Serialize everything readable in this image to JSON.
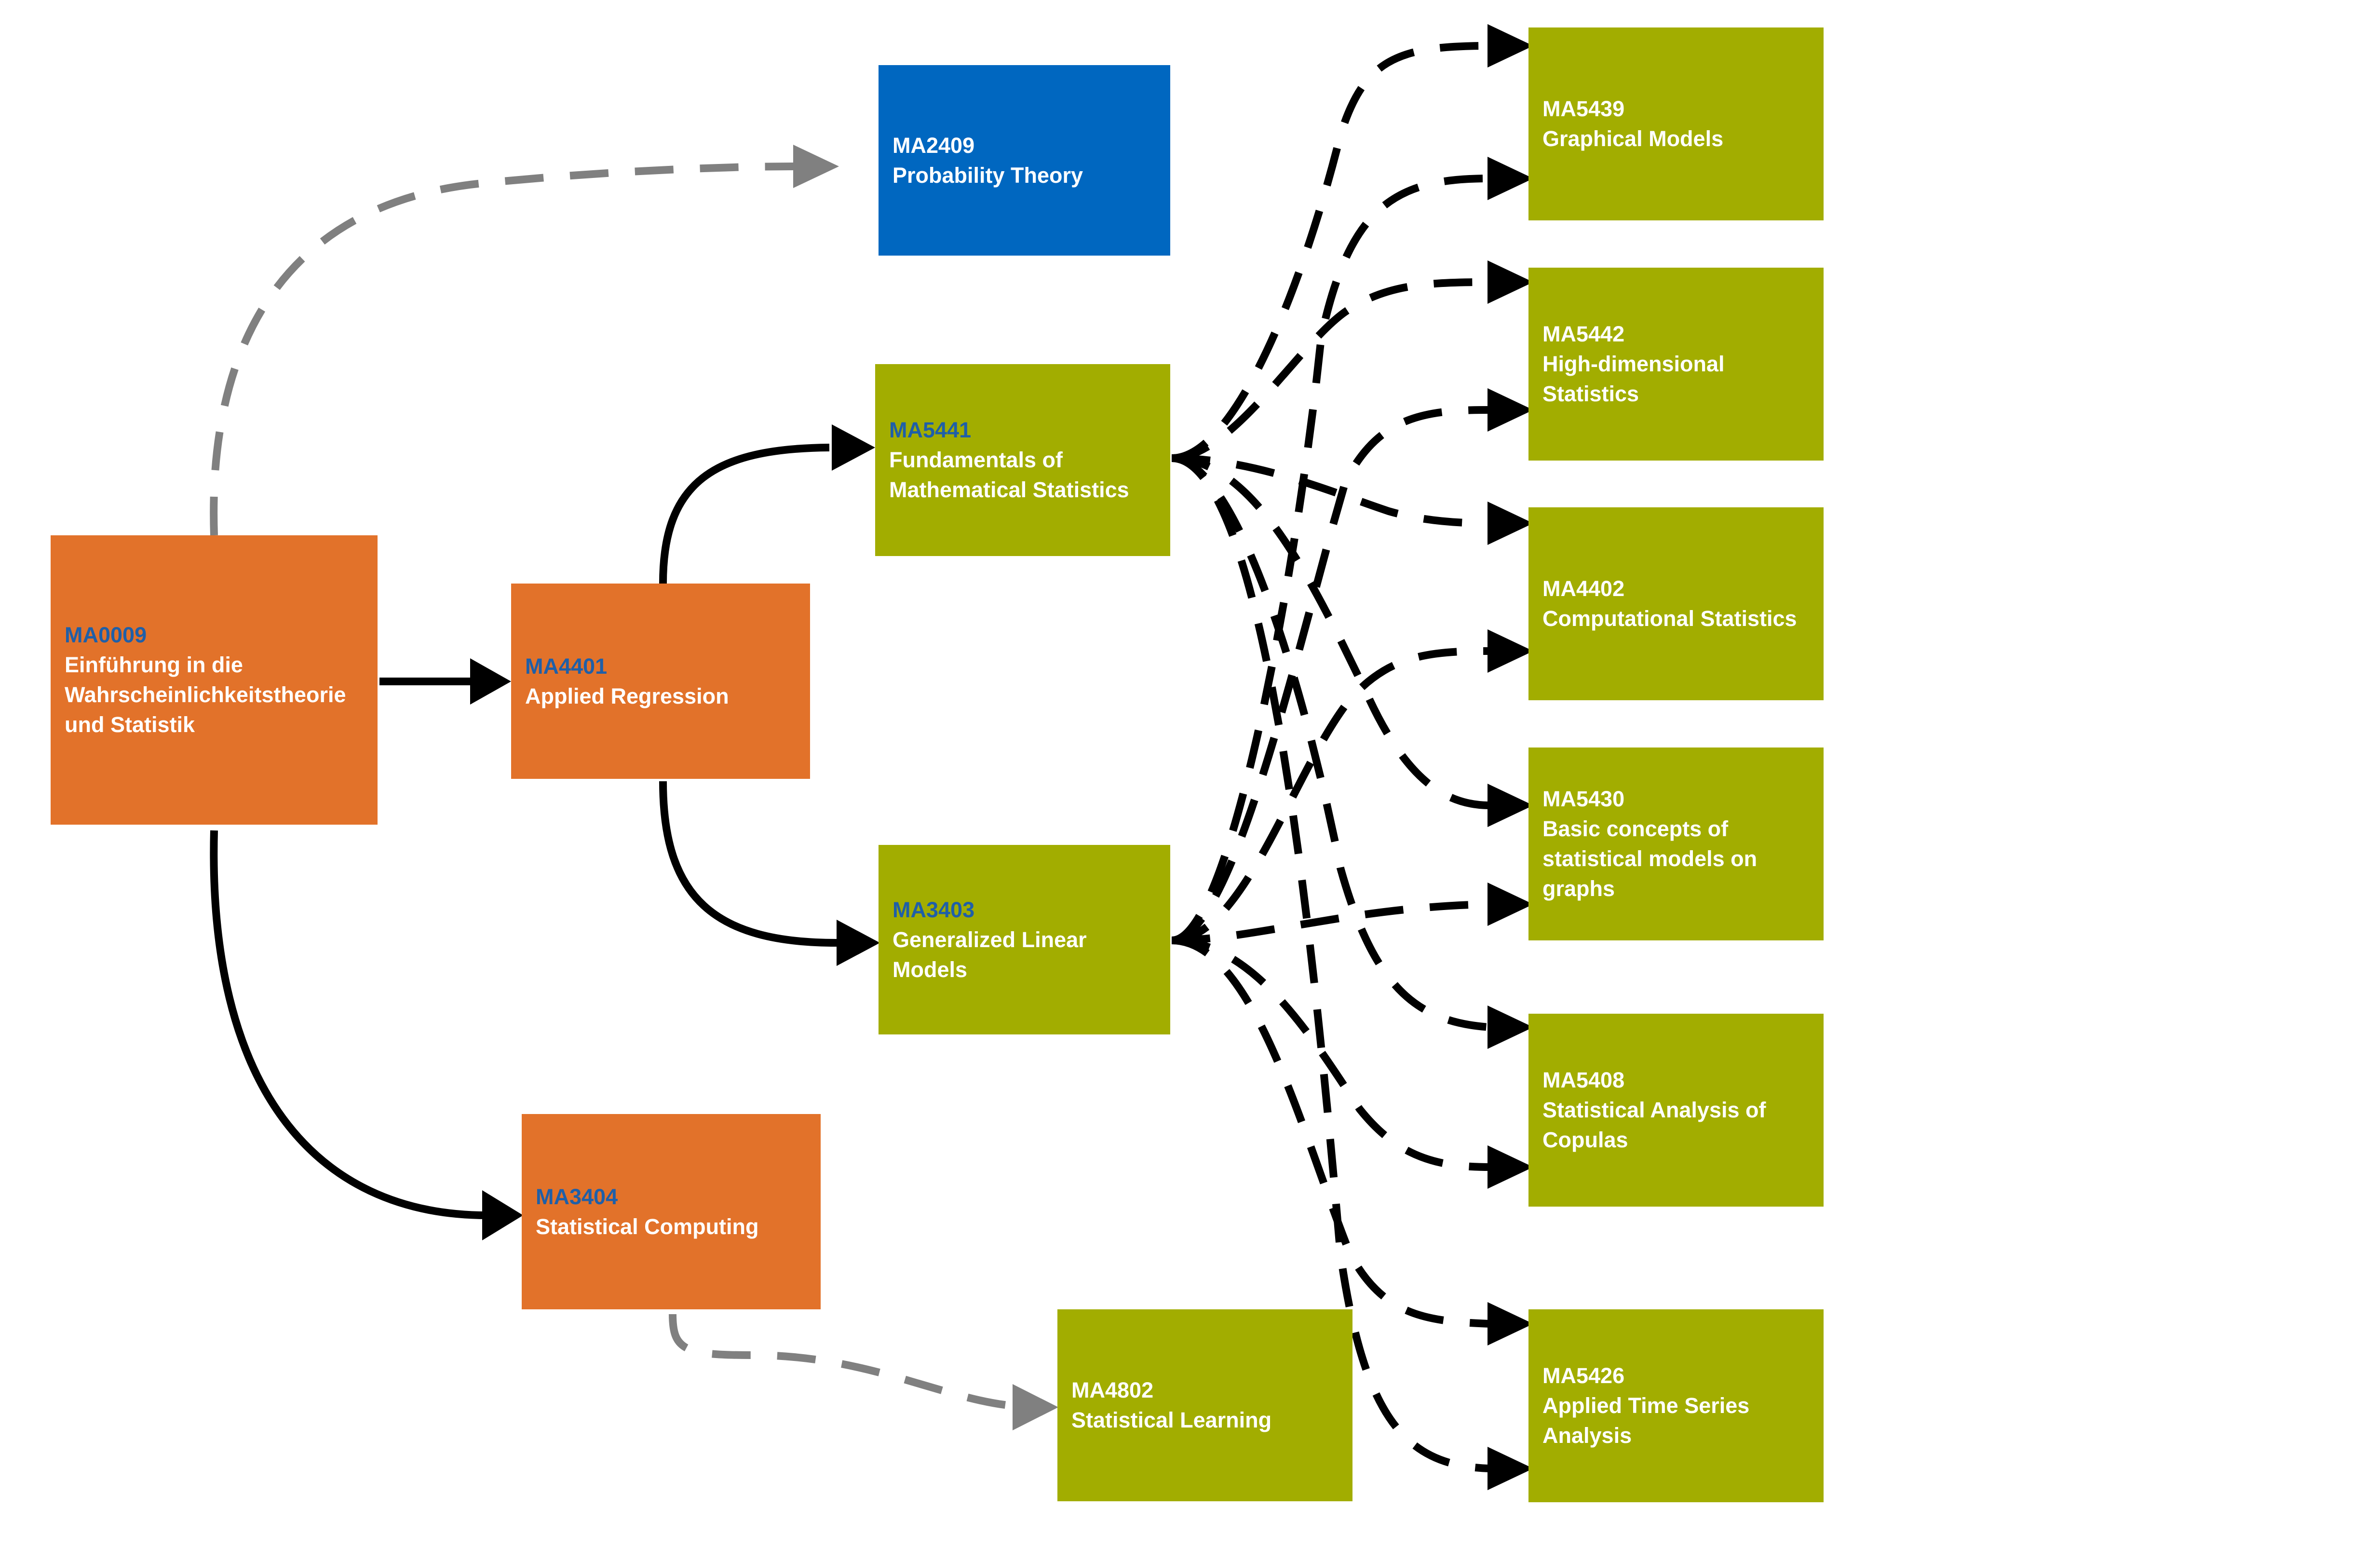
{
  "colors": {
    "intro_course": "#e2722a",
    "core_course": "#e2722a",
    "advanced_course": "#a2ad00",
    "external_course": "#0067c0",
    "required_edge": "#000000",
    "optional_edge": "#808080",
    "code_highlight": "#1f5fa8"
  },
  "nodes": [
    {
      "id": "ma0009",
      "code": "MA0009",
      "title": "Einführung in die\nWahrscheinlichkeitstheorie\nund Statistik"
    },
    {
      "id": "ma4401",
      "code": "MA4401",
      "title": "Applied Regression"
    },
    {
      "id": "ma3404",
      "code": "MA3404",
      "title": "Statistical Computing"
    },
    {
      "id": "ma2409",
      "code": "MA2409",
      "title": "Probability Theory"
    },
    {
      "id": "ma5441",
      "code": "MA5441",
      "title": "Fundamentals of\nMathematical Statistics"
    },
    {
      "id": "ma3403",
      "code": "MA3403",
      "title": "Generalized Linear\nModels"
    },
    {
      "id": "ma4802",
      "code": "MA4802",
      "title": "Statistical Learning"
    },
    {
      "id": "ma5439",
      "code": "MA5439",
      "title": "Graphical Models"
    },
    {
      "id": "ma5442",
      "code": "MA5442",
      "title": "High-dimensional\nStatistics"
    },
    {
      "id": "ma4402",
      "code": "MA4402",
      "title": "Computational Statistics"
    },
    {
      "id": "ma5430",
      "code": "MA5430",
      "title": "Basic concepts of\nstatistical models on\ngraphs"
    },
    {
      "id": "ma5408",
      "code": "MA5408",
      "title": "Statistical Analysis of\nCopulas"
    },
    {
      "id": "ma5426",
      "code": "MA5426",
      "title": "Applied Time Series\nAnalysis"
    }
  ],
  "edges": [
    {
      "from": "ma0009",
      "to": "ma4401",
      "style": "solid"
    },
    {
      "from": "ma0009",
      "to": "ma3404",
      "style": "solid"
    },
    {
      "from": "ma4401",
      "to": "ma5441",
      "style": "solid"
    },
    {
      "from": "ma4401",
      "to": "ma3403",
      "style": "solid"
    },
    {
      "from": "ma0009",
      "to": "ma2409",
      "style": "dashed-grey"
    },
    {
      "from": "ma3404",
      "to": "ma4802",
      "style": "dashed-grey"
    },
    {
      "from": "ma5441",
      "to": "ma5439",
      "style": "dashed"
    },
    {
      "from": "ma5441",
      "to": "ma5442",
      "style": "dashed"
    },
    {
      "from": "ma5441",
      "to": "ma4402",
      "style": "dashed"
    },
    {
      "from": "ma5441",
      "to": "ma5430",
      "style": "dashed"
    },
    {
      "from": "ma5441",
      "to": "ma5408",
      "style": "dashed"
    },
    {
      "from": "ma5441",
      "to": "ma5426",
      "style": "dashed"
    },
    {
      "from": "ma3403",
      "to": "ma5439",
      "style": "dashed"
    },
    {
      "from": "ma3403",
      "to": "ma5442",
      "style": "dashed"
    },
    {
      "from": "ma3403",
      "to": "ma4402",
      "style": "dashed"
    },
    {
      "from": "ma3403",
      "to": "ma5430",
      "style": "dashed"
    },
    {
      "from": "ma3403",
      "to": "ma5408",
      "style": "dashed"
    },
    {
      "from": "ma3403",
      "to": "ma5426",
      "style": "dashed"
    }
  ]
}
